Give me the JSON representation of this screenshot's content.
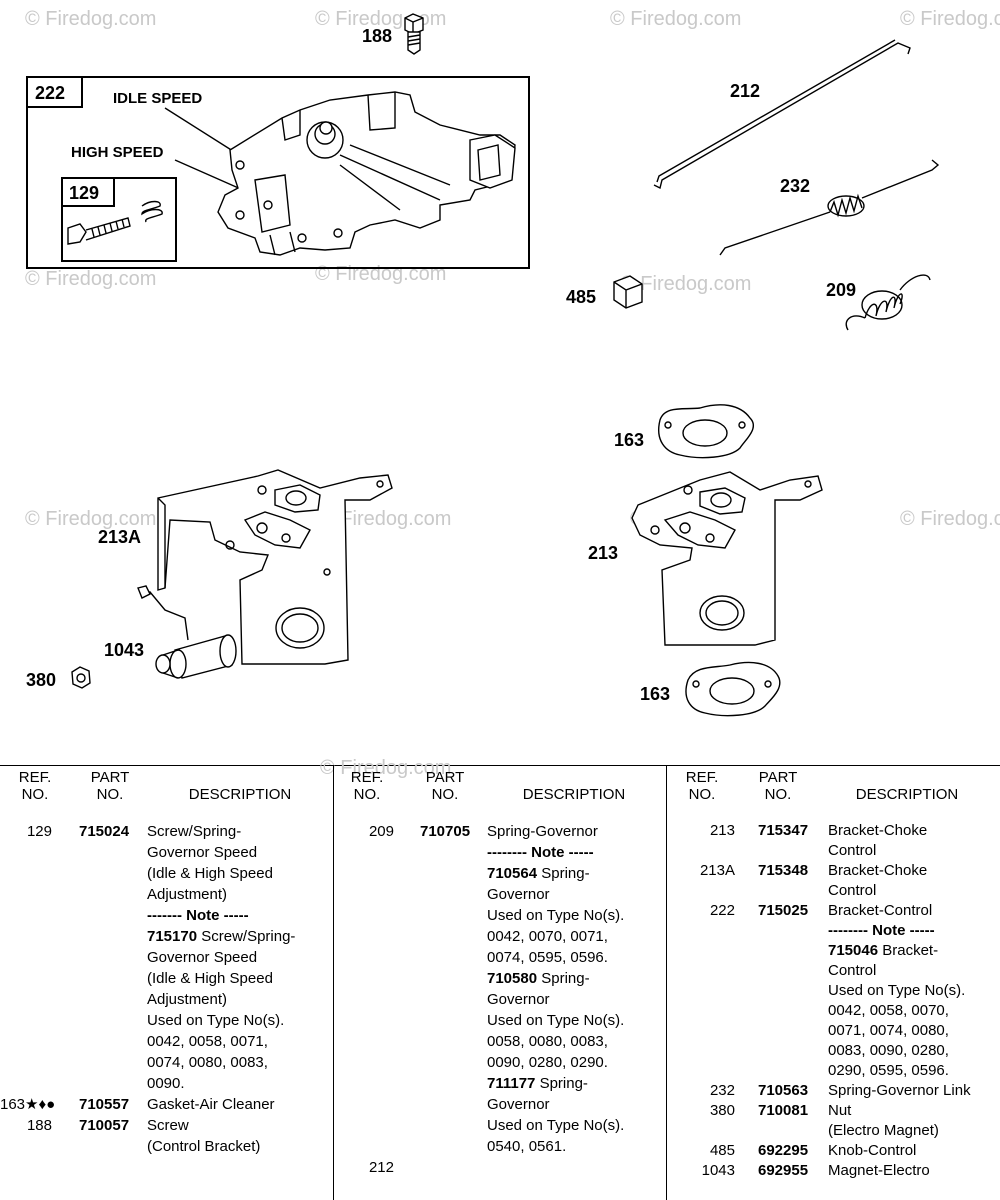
{
  "watermark": "© Firedog.com",
  "diagram": {
    "callouts": {
      "c188": "188",
      "c212": "212",
      "c232": "232",
      "c209": "209",
      "c485": "485",
      "c222": "222",
      "c129": "129",
      "c163a": "163",
      "c163b": "163",
      "c213A": "213A",
      "c213": "213",
      "c1043": "1043",
      "c380": "380"
    },
    "labels": {
      "idle": "IDLE SPEED",
      "high": "HIGH SPEED"
    }
  },
  "table": {
    "headers": {
      "ref": [
        "REF.",
        "NO."
      ],
      "part": [
        "PART",
        "NO."
      ],
      "desc": "DESCRIPTION"
    },
    "col1": [
      {
        "ref": "129",
        "part": "715024",
        "desc": "Screw/Spring-\nGovernor Speed\n(Idle & High Speed\nAdjustment)"
      },
      {
        "note": "------- Note -----"
      },
      {
        "subpart": "715170",
        "desc": "Screw/Spring-\nGovernor Speed\n(Idle & High Speed\nAdjustment)\nUsed on Type No(s).\n0042, 0058, 0071,\n0074, 0080, 0083,\n0090."
      },
      {
        "ref": "163★♦●",
        "part": "710557",
        "desc": "Gasket-Air Cleaner"
      },
      {
        "ref": "188",
        "part": "710057",
        "desc": "Screw\n(Control Bracket)"
      }
    ],
    "col2": [
      {
        "ref": "209",
        "part": "710705",
        "desc": "Spring-Governor"
      },
      {
        "note": "-------- Note -----"
      },
      {
        "subpart": "710564",
        "desc": "Spring-\nGovernor\nUsed on Type No(s).\n0042, 0070, 0071,\n0074, 0595, 0596."
      },
      {
        "subpart": "710580",
        "desc": "Spring-\nGovernor\nUsed on Type No(s).\n0058, 0080, 0083,\n0090, 0280, 0290."
      },
      {
        "subpart": "711177",
        "desc": "Spring-\nGovernor\nUsed on Type No(s).\n0540, 0561."
      },
      {
        "ref": "212",
        "part": "",
        "desc": ""
      }
    ],
    "col3": [
      {
        "ref": "213",
        "part": "715347",
        "desc": "Bracket-Choke\nControl"
      },
      {
        "ref": "213A",
        "part": "715348",
        "desc": "Bracket-Choke\nControl"
      },
      {
        "ref": "222",
        "part": "715025",
        "desc": "Bracket-Control"
      },
      {
        "note": "-------- Note -----"
      },
      {
        "subpart": "715046",
        "desc": "Bracket-\nControl\nUsed on Type No(s).\n0042, 0058, 0070,\n0071, 0074, 0080,\n0083, 0090, 0280,\n0290, 0595, 0596."
      },
      {
        "ref": "232",
        "part": "710563",
        "desc": "Spring-Governor Link"
      },
      {
        "ref": "380",
        "part": "710081",
        "desc": "Nut\n(Electro Magnet)"
      },
      {
        "ref": "485",
        "part": "692295",
        "desc": "Knob-Control"
      },
      {
        "ref": "1043",
        "part": "692955",
        "desc": "Magnet-Electro"
      }
    ]
  }
}
